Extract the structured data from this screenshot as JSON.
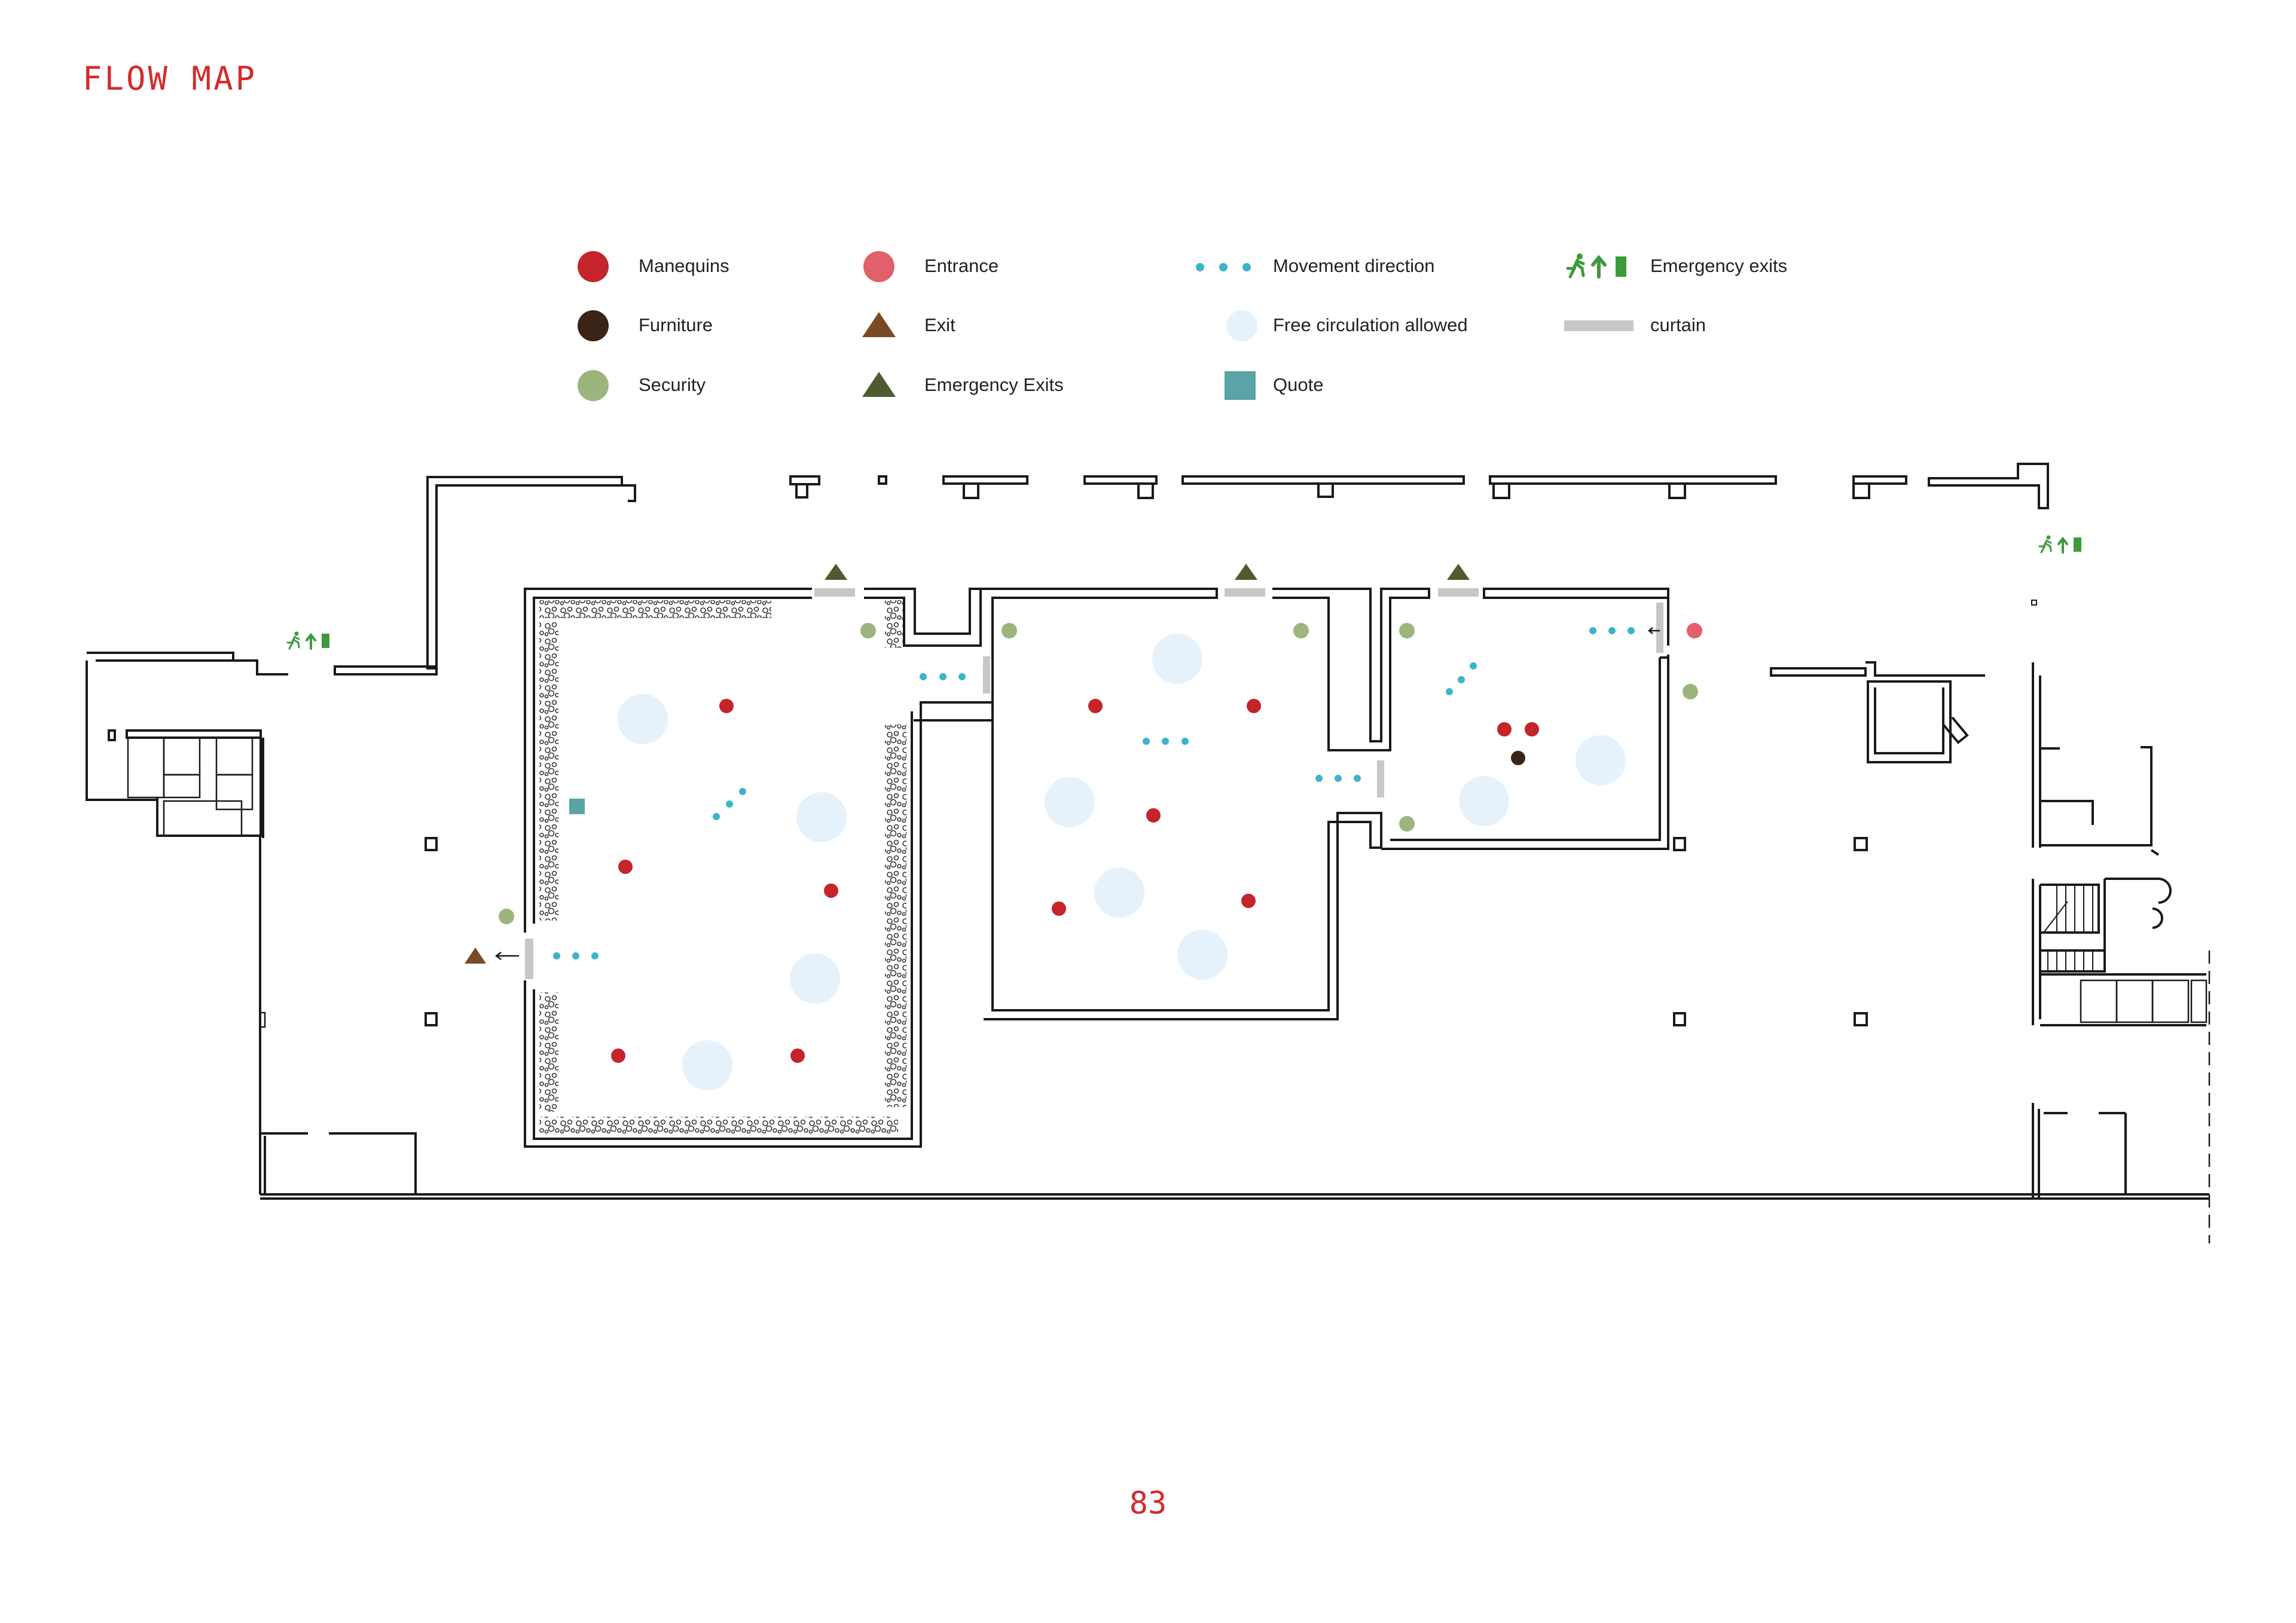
{
  "page": {
    "title": "FLOW MAP",
    "page_number": "83"
  },
  "colors": {
    "manequin": "#c4242a",
    "entrance": "#e2606a",
    "furniture": "#3a2418",
    "security": "#9cb57c",
    "exit": "#7a4a24",
    "emergency_exit": "#4f5a2e",
    "movement": "#3ab4cc",
    "free_circulation": "#e6f2fb",
    "quote": "#5aa3a6",
    "curtain": "#c7c7c7",
    "wall": "#1a1a1a",
    "emergency_sign": "#3c9a3c"
  },
  "legend": [
    {
      "key": "manequins",
      "label": "Manequins",
      "symbol": "circle-red"
    },
    {
      "key": "furniture",
      "label": "Furniture",
      "symbol": "circle-brown"
    },
    {
      "key": "security",
      "label": "Security",
      "symbol": "circle-green"
    },
    {
      "key": "entrance",
      "label": "Entrance",
      "symbol": "circle-pink"
    },
    {
      "key": "exit",
      "label": "Exit",
      "symbol": "triangle-brown"
    },
    {
      "key": "emergency_exits_triangle",
      "label": "Emergency Exits",
      "symbol": "triangle-olive"
    },
    {
      "key": "movement",
      "label": "Movement direction",
      "symbol": "three-dots"
    },
    {
      "key": "free",
      "label": "Free circulation allowed",
      "symbol": "circle-lightblue"
    },
    {
      "key": "quote",
      "label": "Quote",
      "symbol": "square-teal"
    },
    {
      "key": "emergency_exits_sign",
      "label": "Emergency exits",
      "symbol": "running-man-icon"
    },
    {
      "key": "curtain",
      "label": "curtain",
      "symbol": "grey-bar"
    }
  ]
}
